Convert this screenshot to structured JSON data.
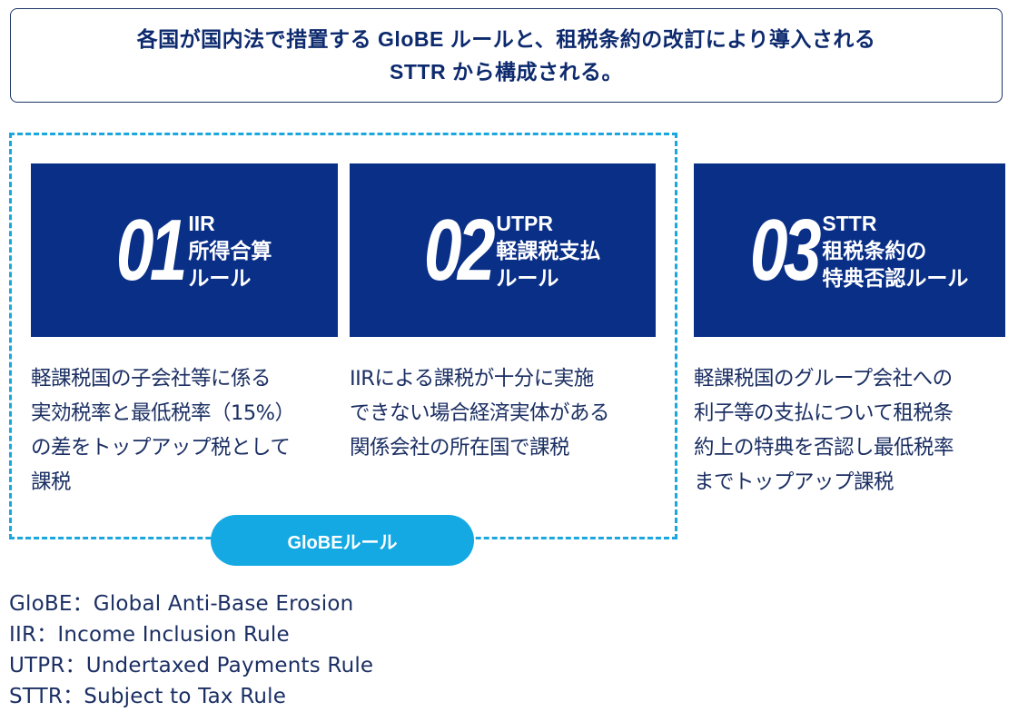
{
  "header": {
    "line1": "各国が国内法で措置する GloBE ルールと、租税条約の改訂により導入される",
    "line2": "STTR から構成される。"
  },
  "colors": {
    "navy": "#0a2f87",
    "accent_blue": "#14a9e3",
    "text": "#1b2f63",
    "header_border": "#1d3566"
  },
  "cards": [
    {
      "number": "01",
      "abbr": "IIR",
      "title_lines": [
        "所得合算",
        "ルール"
      ],
      "description_lines": [
        "軽課税国の子会社等に係る",
        "実効税率と最低税率（15%）",
        "の差をトップアップ税として",
        "課税"
      ]
    },
    {
      "number": "02",
      "abbr": "UTPR",
      "title_lines": [
        "軽課税支払",
        "ルール"
      ],
      "description_lines": [
        "IIRによる課税が十分に実施",
        "できない場合経済実体がある",
        "関係会社の所在国で課税"
      ]
    },
    {
      "number": "03",
      "abbr": "STTR",
      "title_lines": [
        "租税条約の",
        "特典否認ルール"
      ],
      "description_lines": [
        "軽課税国のグループ会社への",
        "利子等の支払について租税条",
        "約上の特典を否認し最低税率",
        "までトップアップ課税"
      ]
    }
  ],
  "group_label": "GloBEルール",
  "glossary": [
    "GloBE：Global Anti-Base Erosion",
    "IIR：Income Inclusion Rule",
    "UTPR：Undertaxed Payments Rule",
    "STTR：Subject to Tax Rule"
  ]
}
